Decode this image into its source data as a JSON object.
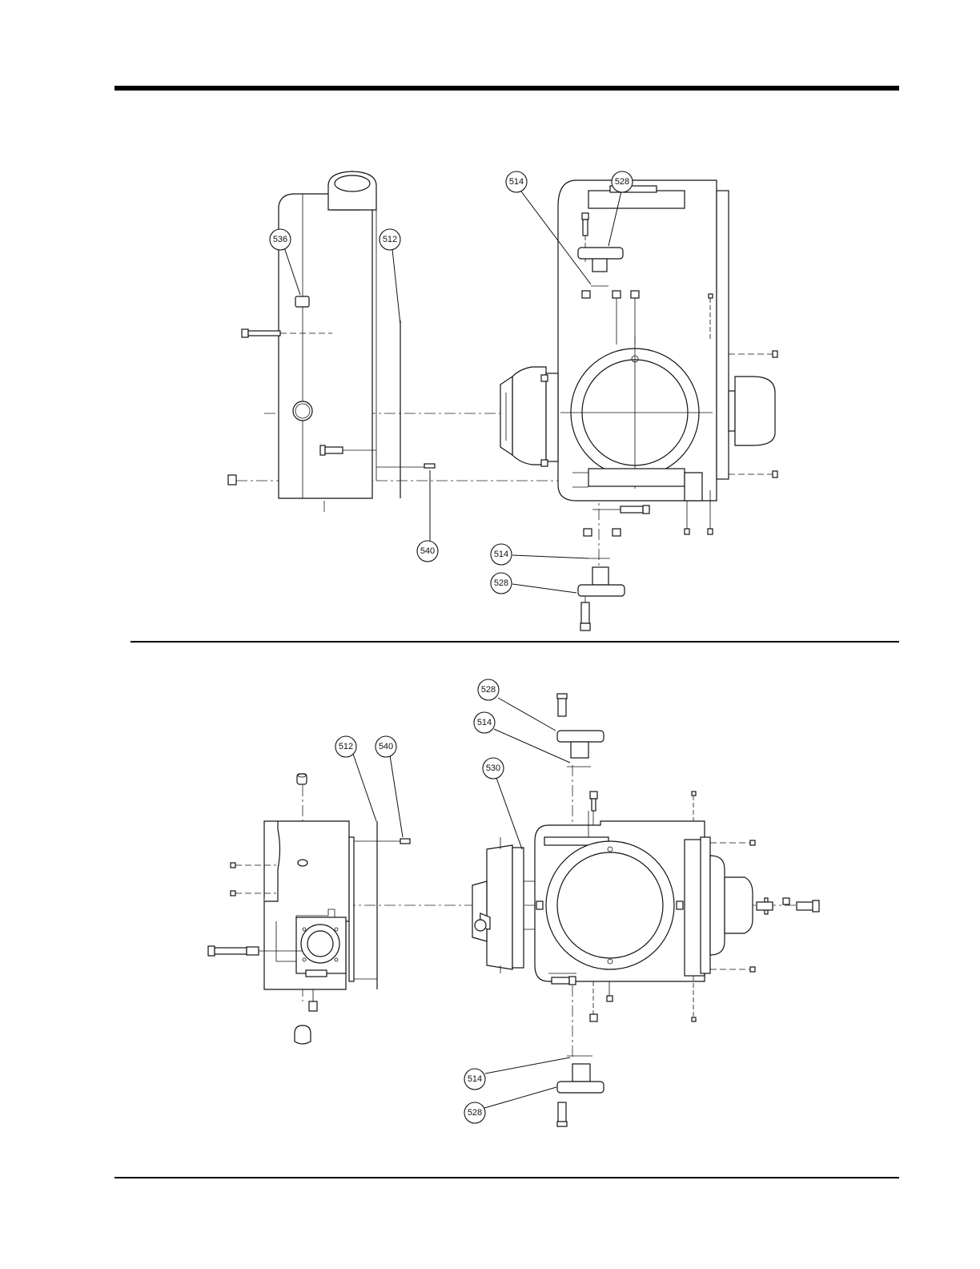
{
  "callouts": {
    "top": {
      "c536": "536",
      "c512": "512",
      "c514a": "514",
      "c528a": "528",
      "c540": "540",
      "c514b": "514",
      "c528b": "528"
    },
    "bottom": {
      "c528a": "528",
      "c514a": "514",
      "c512": "512",
      "c540": "540",
      "c530": "530",
      "c514b": "514",
      "c528b": "528"
    }
  }
}
